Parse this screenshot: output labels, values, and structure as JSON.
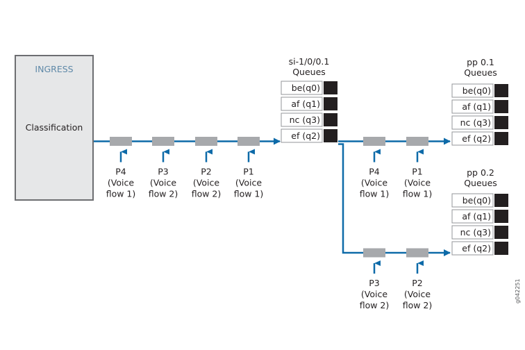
{
  "colors": {
    "flow_line": "#0d6aa8",
    "packet": "#a7a9ac",
    "queue_block": "#231f20",
    "ingress_fill": "#e6e7e8",
    "ingress_border": "#6d6e71",
    "ingress_title": "#5f89a8"
  },
  "ingress": {
    "title": "INGRESS",
    "label": "Classification"
  },
  "queue_groups": [
    {
      "id": "si",
      "title_line1": "si-1/0/0.1",
      "title_line2": "Queues",
      "queues": [
        "be(q0)",
        "af (q1)",
        "nc (q3)",
        "ef (q2)"
      ]
    },
    {
      "id": "pp01",
      "title_line1": "pp 0.1",
      "title_line2": "Queues",
      "queues": [
        "be(q0)",
        "af (q1)",
        "nc (q3)",
        "ef (q2)"
      ]
    },
    {
      "id": "pp02",
      "title_line1": "pp 0.2",
      "title_line2": "Queues",
      "queues": [
        "be(q0)",
        "af (q1)",
        "nc (q3)",
        "ef (q2)"
      ]
    }
  ],
  "packets": {
    "ingress_to_si": [
      {
        "name": "P4",
        "flow_open": "(Voice",
        "flow_close": "flow 1)"
      },
      {
        "name": "P3",
        "flow_open": "(Voice",
        "flow_close": "flow 2)"
      },
      {
        "name": "P2",
        "flow_open": "(Voice",
        "flow_close": "flow 2)"
      },
      {
        "name": "P1",
        "flow_open": "(Voice",
        "flow_close": "flow 1)"
      }
    ],
    "si_to_pp01": [
      {
        "name": "P4",
        "flow_open": "(Voice",
        "flow_close": "flow 1)"
      },
      {
        "name": "P1",
        "flow_open": "(Voice",
        "flow_close": "flow 1)"
      }
    ],
    "si_to_pp02": [
      {
        "name": "P3",
        "flow_open": "(Voice",
        "flow_close": "flow 2)"
      },
      {
        "name": "P2",
        "flow_open": "(Voice",
        "flow_close": "flow 2)"
      }
    ]
  },
  "figure_id": "g042251"
}
